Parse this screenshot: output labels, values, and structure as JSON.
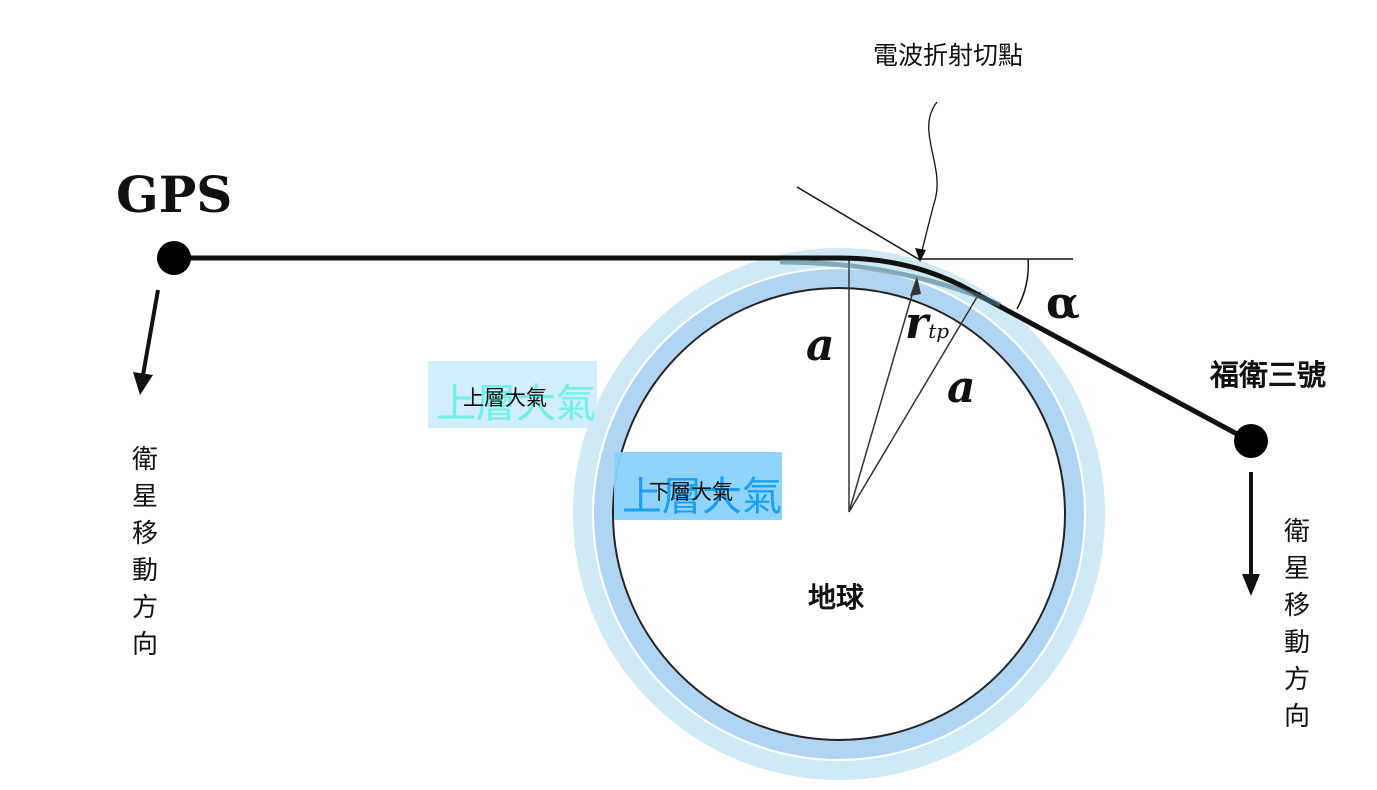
{
  "labels": {
    "tangent_point": "電波折射切點",
    "gps": "GPS",
    "formosat": "福衛三號",
    "earth": "地球",
    "radius_a": "a",
    "radius_a2": "a",
    "r_tp_main": "r",
    "r_tp_sub": "tp",
    "alpha": "α",
    "gps_motion": [
      "衛",
      "星",
      "移",
      "動",
      "方",
      "向"
    ],
    "sat_motion": [
      "衛",
      "星",
      "移",
      "動",
      "方",
      "向"
    ]
  },
  "layers": {
    "upper": {
      "overlay_text": "上層大氣",
      "text": "上層大氣"
    },
    "lower": {
      "overlay_text": "上層大氣",
      "text": "下層大氣"
    }
  },
  "colors": {
    "upper_layer": "#cfeaf5",
    "lower_layer": "#b0d4f3",
    "upper_box": "#cdebfd",
    "lower_box": "#8ad2fc",
    "upper_overlay_text": "#6ff0e8",
    "lower_overlay_text": "#1aa0f0"
  }
}
